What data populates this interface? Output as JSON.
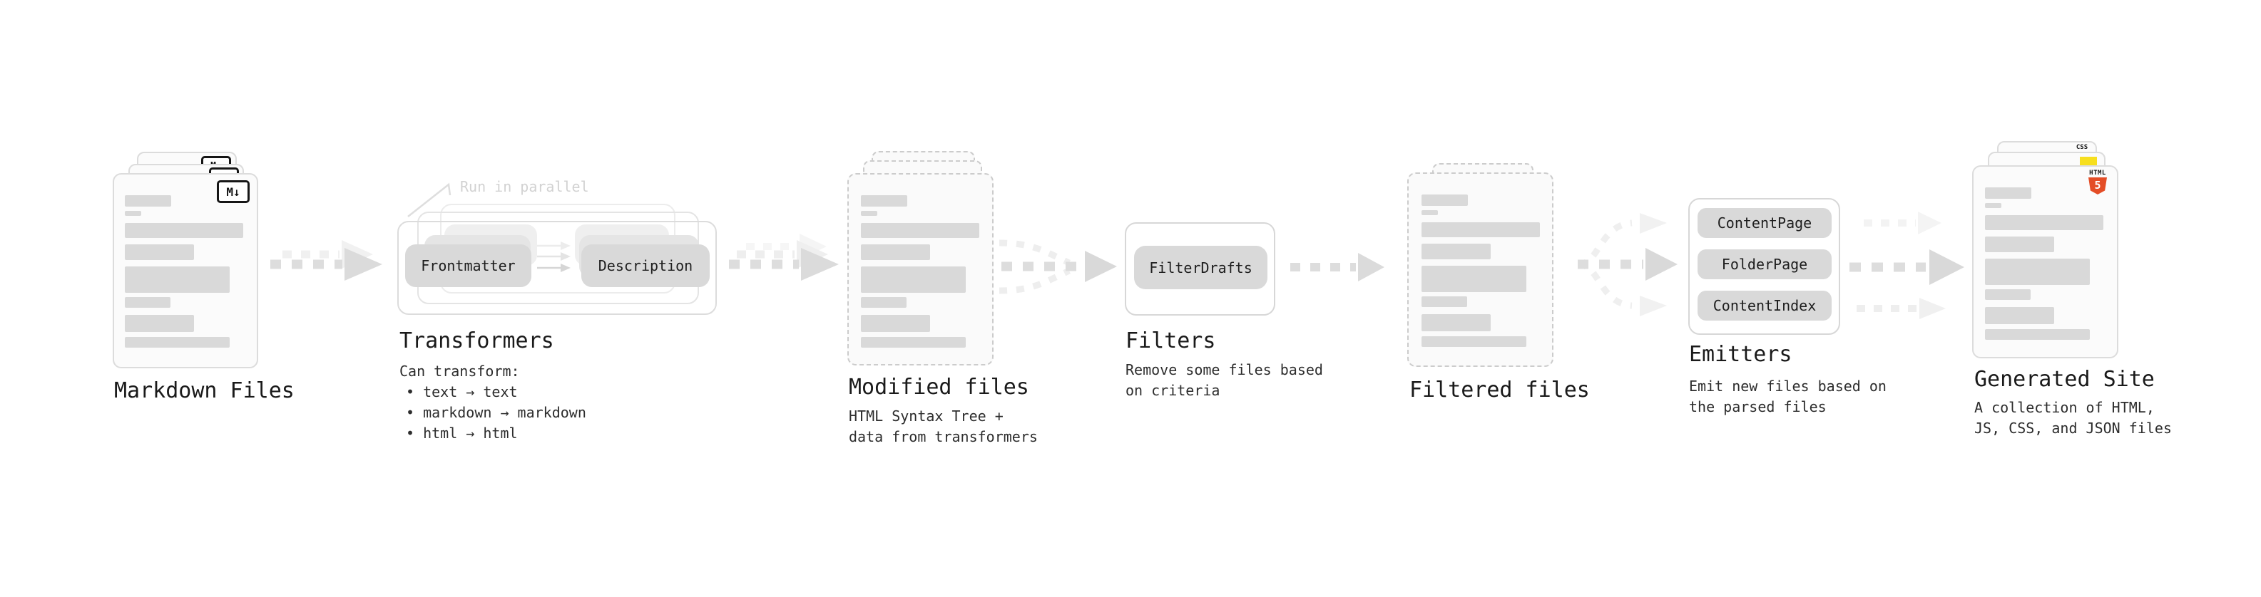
{
  "stages": {
    "markdown": {
      "label": "Markdown Files",
      "badge": "M↓"
    },
    "transformers": {
      "label": "Transformers",
      "annotation": "Run in parallel",
      "pill_left": "Frontmatter",
      "pill_right": "Description",
      "desc_title": "Can transform:",
      "bullets": [
        "• text → text",
        "• markdown → markdown",
        "• html → html"
      ]
    },
    "modified": {
      "label": "Modified files",
      "desc1": "HTML Syntax Tree +",
      "desc2": "data from transformers"
    },
    "filters": {
      "label": "Filters",
      "pill": "FilterDrafts",
      "desc1": "Remove some files based",
      "desc2": "on criteria"
    },
    "filtered": {
      "label": "Filtered files"
    },
    "emitters": {
      "label": "Emitters",
      "pill1": "ContentPage",
      "pill2": "FolderPage",
      "pill3": "ContentIndex",
      "desc1": "Emit new files based on",
      "desc2": "the parsed files"
    },
    "generated": {
      "label": "Generated Site",
      "desc1": "A collection of HTML,",
      "desc2": "JS, CSS, and JSON files",
      "html5_badge": "HTML",
      "html5_number": "5",
      "css_badge": "CSS"
    }
  },
  "colors": {
    "placeholder_gray": "#d9d9d9",
    "arrow_gray": "#dbdbdb",
    "arrow_light": "#f0f0f0",
    "html5_orange": "#e44d26",
    "js_yellow": "#f7df1e",
    "css_blue": "#2760e6"
  }
}
